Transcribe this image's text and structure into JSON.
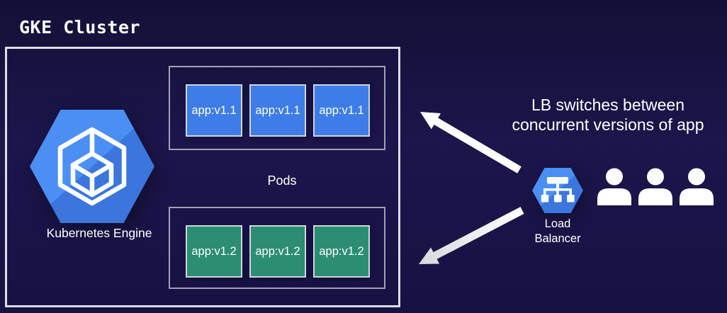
{
  "page": {
    "title": "GKE Cluster"
  },
  "cluster": {
    "engine": {
      "label": "Kubernetes Engine"
    },
    "pods_label": "Pods",
    "pod_groups": [
      {
        "version": "v1.1",
        "color": "#3E7DE7",
        "pods": [
          "app:v1.1",
          "app:v1.1",
          "app:v1.1"
        ]
      },
      {
        "version": "v1.2",
        "color": "#2B8E73",
        "pods": [
          "app:v1.2",
          "app:v1.2",
          "app:v1.2"
        ]
      }
    ]
  },
  "load_balancer": {
    "label_lines": [
      "Load",
      "Balancer"
    ]
  },
  "annotation": {
    "lines": [
      "LB switches between",
      "concurrent versions of app"
    ]
  },
  "users": {
    "count": 3
  },
  "icons": {
    "kubernetes_engine": "kubernetes-engine-icon",
    "load_balancer": "load-balancer-icon",
    "user": "user-icon",
    "arrow_upper": "arrow-up-left-icon",
    "arrow_lower": "arrow-down-left-icon"
  },
  "colors": {
    "background": "#171243",
    "gcp_blue": "#4285F4",
    "gcp_blue_dark": "#3B76DD",
    "pod_blue": "#3E7DE7",
    "pod_green": "#2B8E73",
    "box_border": "#DDDDE6",
    "inner_border": "#9FA2B4",
    "text": "#FFFFFF",
    "arrow": "#FFFFFF"
  }
}
